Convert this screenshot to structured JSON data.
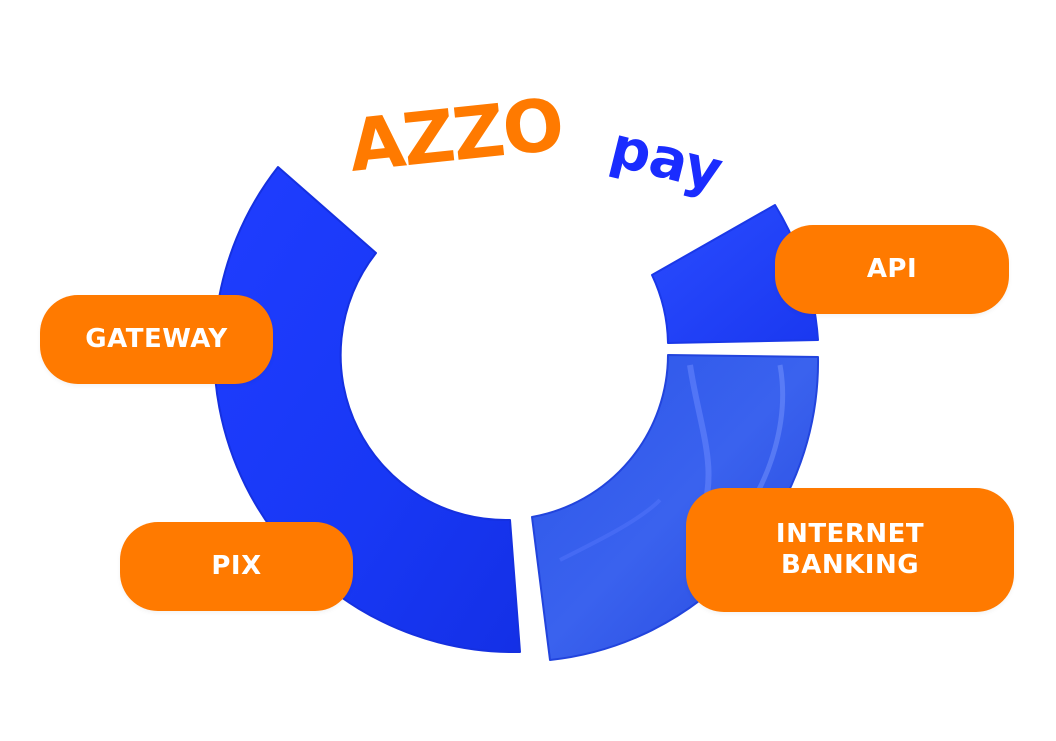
{
  "logo": {
    "brand": "AZZO",
    "suffix": "pay",
    "colors": {
      "brand": "#ff7a00",
      "suffix": "#1a2cff"
    }
  },
  "labels": {
    "api": "API",
    "gateway": "GATEWAY",
    "pix": "PIX",
    "internet_banking_line1": "INTERNET",
    "internet_banking_line2": "BANKING"
  },
  "colors": {
    "ring_blue": "#1a3cff",
    "ring_blue_light": "#2f5cf0",
    "pill_orange": "#ff7a00",
    "pill_text": "#ffffff",
    "background": "#ffffff"
  }
}
